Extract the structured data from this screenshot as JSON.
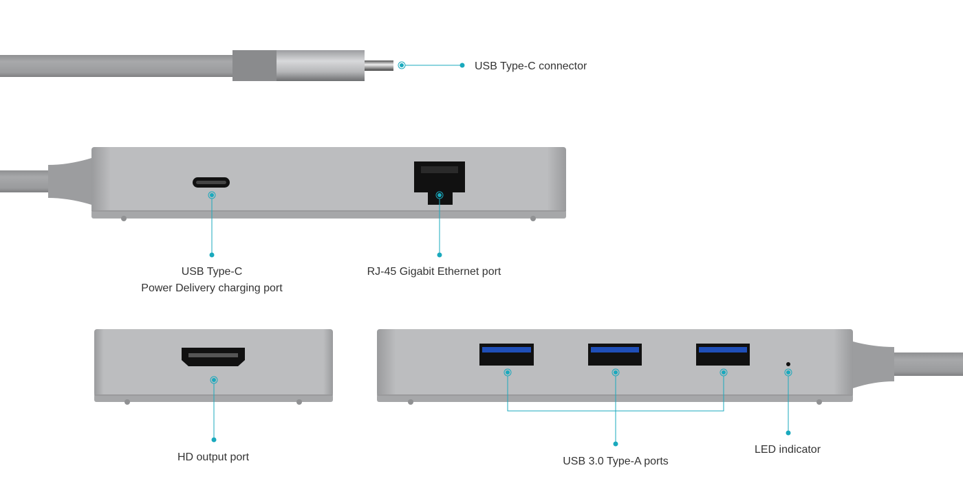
{
  "colors": {
    "accent": "#1aa9bd",
    "body": "#b4b5b7",
    "cable": "#a3a4a6",
    "port_blue": "#1f4fb8",
    "label": "#333333"
  },
  "callouts": {
    "usb_c_connector": "USB Type-C connector",
    "usb_c_pd_line1": "USB Type-C",
    "usb_c_pd_line2": "Power Delivery charging port",
    "rj45": "RJ-45 Gigabit Ethernet port",
    "hd_output": "HD output port",
    "usb_a": "USB 3.0 Type-A ports",
    "led": "LED indicator"
  }
}
